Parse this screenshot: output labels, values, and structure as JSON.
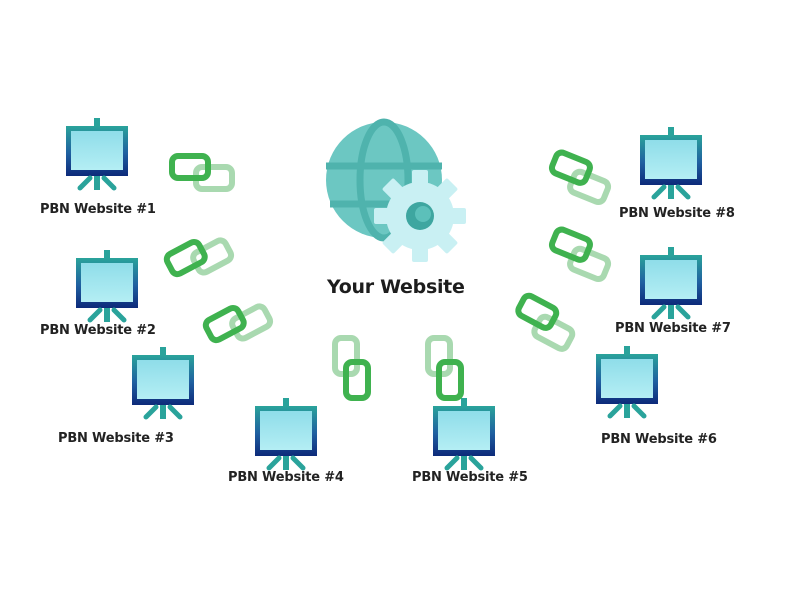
{
  "diagram": {
    "center": {
      "label": "Your Website",
      "icon": "globe-gear-icon"
    },
    "nodes": [
      {
        "label": "PBN Website #1",
        "icon": "easel-screen-icon"
      },
      {
        "label": "PBN Website #2",
        "icon": "easel-screen-icon"
      },
      {
        "label": "PBN Website #3",
        "icon": "easel-screen-icon"
      },
      {
        "label": "PBN Website #4",
        "icon": "easel-screen-icon"
      },
      {
        "label": "PBN Website #5",
        "icon": "easel-screen-icon"
      },
      {
        "label": "PBN Website #6",
        "icon": "easel-screen-icon"
      },
      {
        "label": "PBN Website #7",
        "icon": "easel-screen-icon"
      },
      {
        "label": "PBN Website #8",
        "icon": "easel-screen-icon"
      }
    ],
    "connector_icon": "chain-link-icon",
    "colors": {
      "link_dark": "#3fb24f",
      "link_light": "#a9d9b0",
      "screen_top": "#2aa39b",
      "screen_bottom": "#0d2a7a",
      "screen_fill": "#9fe4ee",
      "globe": "#6cc7c2",
      "gear": "#c9f0f3"
    }
  }
}
